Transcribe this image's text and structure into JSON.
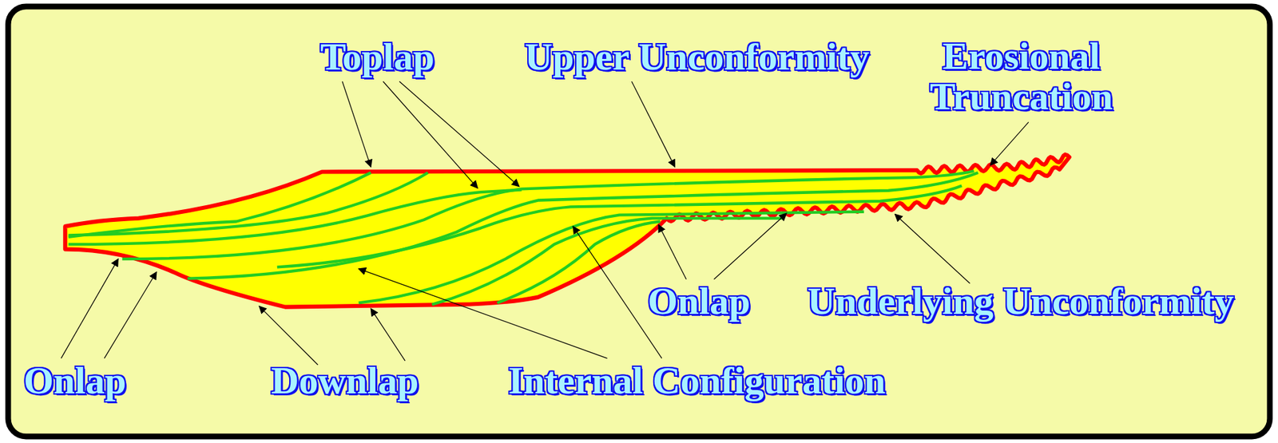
{
  "diagram": {
    "labels": [
      "Toplap",
      "Upper Unconformity",
      "Erosional Truncation",
      "Onlap",
      "Underlying Unconformity",
      "Onlap",
      "Downlap",
      "Internal Configuration"
    ]
  }
}
